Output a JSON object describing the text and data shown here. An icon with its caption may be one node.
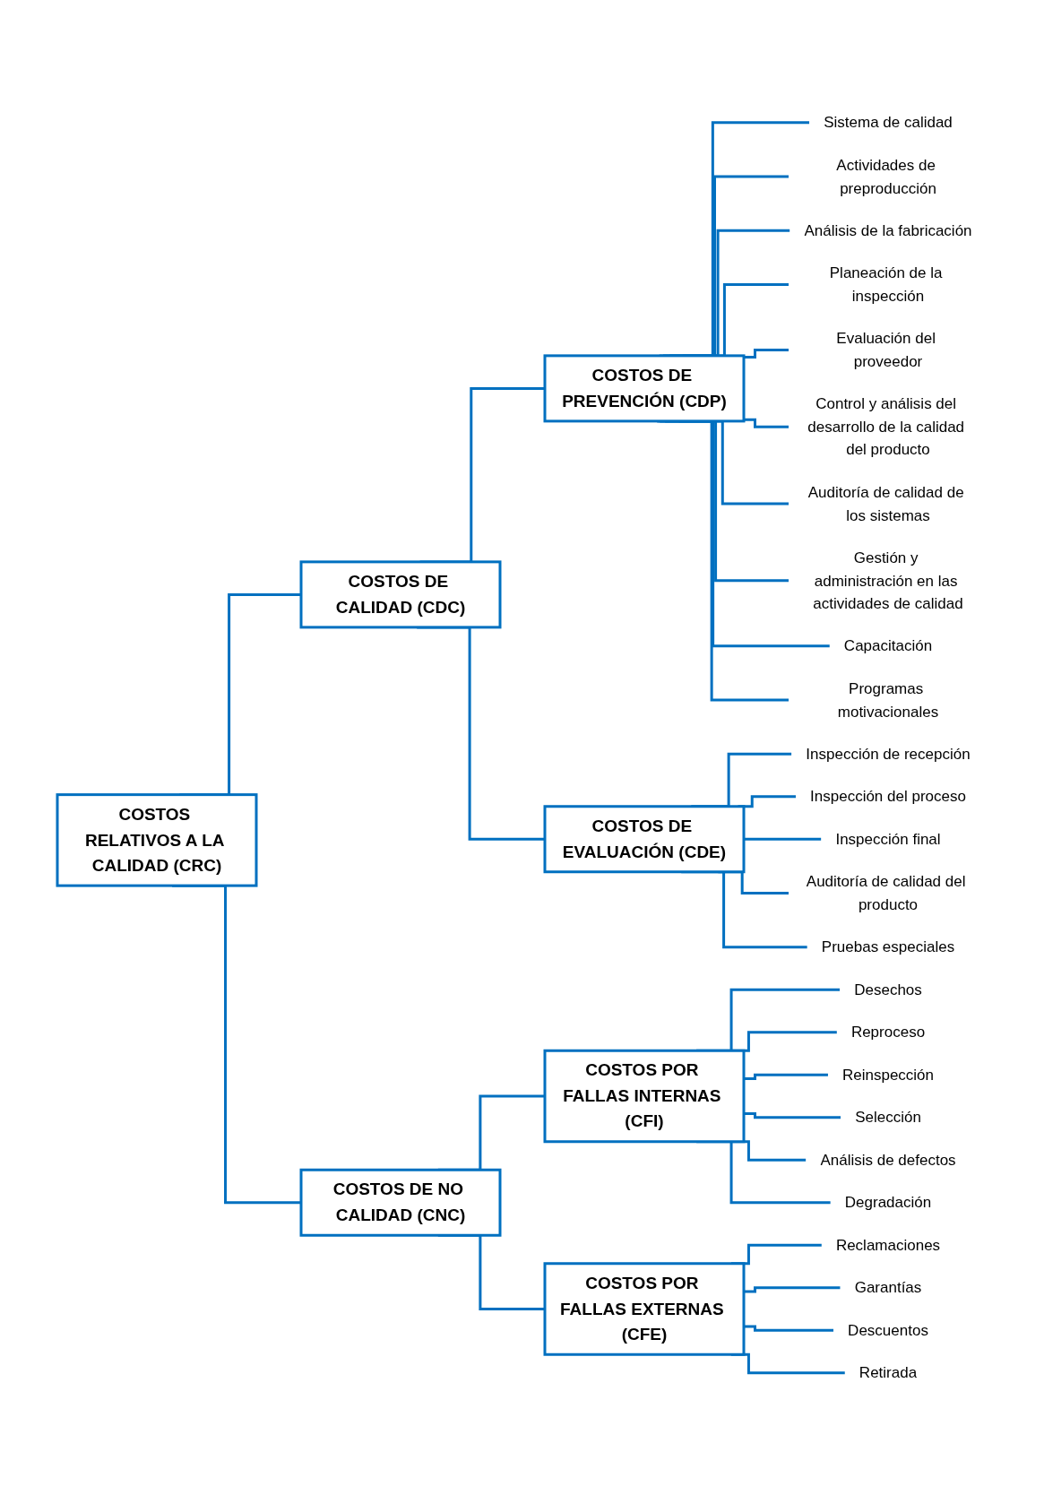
{
  "diagram": {
    "nodes": [
      {
        "text": [
          "COSTOS RELATIVOS A LA CALIDAD (CRC)"
        ]
      },
      {
        "text": [
          "COSTOS DE CALIDAD (CDC)"
        ]
      },
      {
        "text": [
          "COSTOS DE NO CALIDAD (CNC)"
        ]
      },
      {
        "text": [
          "COSTOS DE PREVENCIÓN (CDP)"
        ]
      },
      {
        "text": [
          "COSTOS DE EVALUACIÓN (CDE)"
        ]
      },
      {
        "text": [
          "COSTOS POR FALLAS INTERNAS (CFI)"
        ]
      },
      {
        "text": [
          "COSTOS POR FALLAS EXTERNAS (CFE)"
        ]
      },
      {
        "text": [
          "Sistema de calidad"
        ]
      },
      {
        "text": [
          "Actividades de preproducción"
        ]
      },
      {
        "text": [
          "Análisis de la fabricación"
        ]
      },
      {
        "text": [
          "Planeación de la inspección"
        ]
      },
      {
        "text": [
          "Evaluación del proveedor"
        ]
      },
      {
        "text": [
          "Control y análisis del desarrollo de la calidad del producto"
        ]
      },
      {
        "text": [
          "Auditoría de calidad de los sistemas"
        ]
      },
      {
        "text": [
          "Gestión y administración en las actividades de calidad"
        ]
      },
      {
        "text": [
          "Capacitación"
        ]
      },
      {
        "text": [
          "Programas motivacionales"
        ]
      },
      {
        "text": [
          "Inspección de recepción"
        ]
      },
      {
        "text": [
          "Inspección del proceso"
        ]
      },
      {
        "text": [
          "Inspección final"
        ]
      },
      {
        "text": [
          "Auditoría de calidad del producto"
        ]
      },
      {
        "text": [
          "Pruebas especiales"
        ]
      },
      {
        "text": [
          "Desechos"
        ]
      },
      {
        "text": [
          "Reproceso"
        ]
      },
      {
        "text": [
          "Reinspección"
        ]
      },
      {
        "text": [
          "Selección"
        ]
      },
      {
        "text": [
          "Análisis de defectos"
        ]
      },
      {
        "text": [
          "Degradación"
        ]
      },
      {
        "text": [
          "Reclamaciones"
        ]
      },
      {
        "text": [
          "Garantías"
        ]
      },
      {
        "text": [
          "Descuentos"
        ]
      },
      {
        "text": [
          "Retirada"
        ]
      }
    ],
    "edges": [
      {
        "from": 0,
        "to": 1,
        "arrow": "none"
      },
      {
        "from": 0,
        "to": 2,
        "arrow": "none"
      },
      {
        "from": 1,
        "to": 3,
        "arrow": "none"
      },
      {
        "from": 1,
        "to": 4,
        "arrow": "none"
      },
      {
        "from": 2,
        "to": 5,
        "arrow": "none"
      },
      {
        "from": 2,
        "to": 6,
        "arrow": "none"
      },
      {
        "from": 3,
        "to": 7,
        "arrow": "none"
      },
      {
        "from": 3,
        "to": 8,
        "arrow": "none"
      },
      {
        "from": 3,
        "to": 9,
        "arrow": "none"
      },
      {
        "from": 3,
        "to": 10,
        "arrow": "none"
      },
      {
        "from": 3,
        "to": 11,
        "arrow": "none"
      },
      {
        "from": 3,
        "to": 12,
        "arrow": "none"
      },
      {
        "from": 3,
        "to": 13,
        "arrow": "none"
      },
      {
        "from": 3,
        "to": 14,
        "arrow": "none"
      },
      {
        "from": 3,
        "to": 15,
        "arrow": "none"
      },
      {
        "from": 3,
        "to": 16,
        "arrow": "none"
      },
      {
        "from": 4,
        "to": 17,
        "arrow": "none"
      },
      {
        "from": 4,
        "to": 18,
        "arrow": "none"
      },
      {
        "from": 4,
        "to": 19,
        "arrow": "none"
      },
      {
        "from": 4,
        "to": 20,
        "arrow": "none"
      },
      {
        "from": 4,
        "to": 21,
        "arrow": "none"
      },
      {
        "from": 5,
        "to": 22,
        "arrow": "none"
      },
      {
        "from": 5,
        "to": 23,
        "arrow": "none"
      },
      {
        "from": 5,
        "to": 24,
        "arrow": "none"
      },
      {
        "from": 5,
        "to": 25,
        "arrow": "none"
      },
      {
        "from": 5,
        "to": 26,
        "arrow": "none"
      },
      {
        "from": 5,
        "to": 27,
        "arrow": "none"
      },
      {
        "from": 6,
        "to": 28,
        "arrow": "none"
      },
      {
        "from": 6,
        "to": 29,
        "arrow": "none"
      },
      {
        "from": 6,
        "to": 30,
        "arrow": "none"
      },
      {
        "from": 6,
        "to": 31,
        "arrow": "none"
      }
    ]
  }
}
